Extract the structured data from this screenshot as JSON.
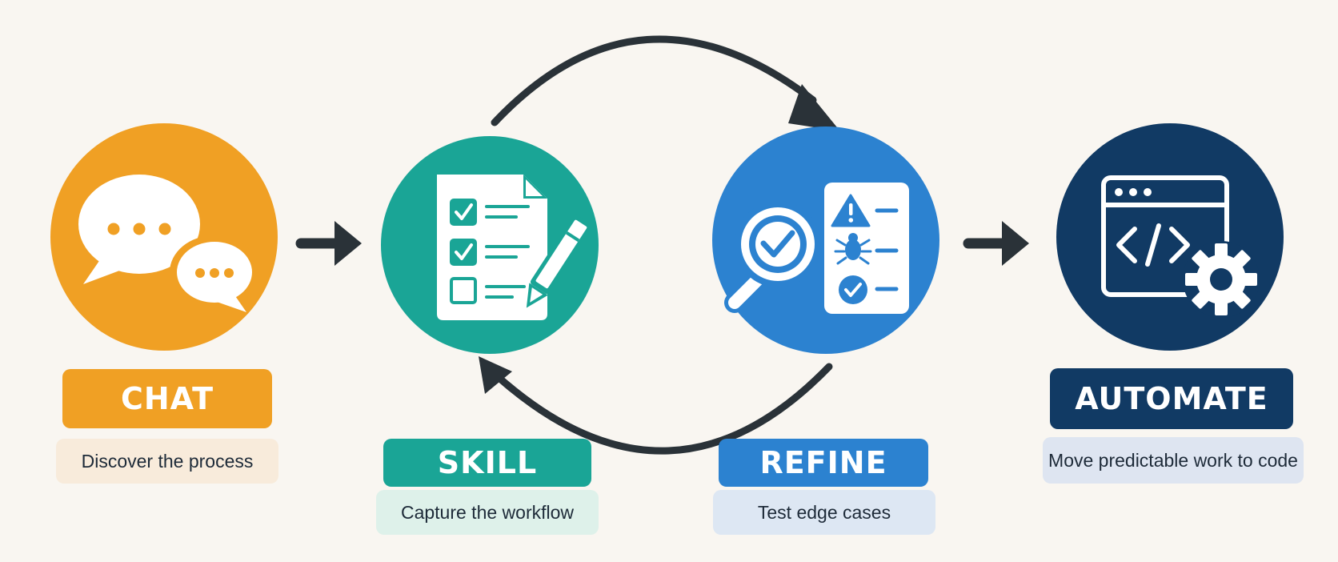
{
  "stages": [
    {
      "id": "chat",
      "label": "CHAT",
      "caption": "Discover the process",
      "icon": "chat-bubbles-icon",
      "color": "#f0a024",
      "caption_bg": "#f8ebdb"
    },
    {
      "id": "skill",
      "label": "SKILL",
      "caption": "Capture the workflow",
      "icon": "checklist-pencil-icon",
      "color": "#1aa596",
      "caption_bg": "#def1ea"
    },
    {
      "id": "refine",
      "label": "REFINE",
      "caption": "Test edge cases",
      "icon": "magnifier-test-list-icon",
      "color": "#2c82d0",
      "caption_bg": "#dde7f3"
    },
    {
      "id": "automate",
      "label": "AUTOMATE",
      "caption": "Move predictable work to code",
      "icon": "code-window-gear-icon",
      "color": "#113a64",
      "caption_bg": "#dee5f1"
    }
  ],
  "colors": {
    "background": "#f9f6f1",
    "arrow": "#2a3238",
    "caption_text": "#1d2a38"
  }
}
